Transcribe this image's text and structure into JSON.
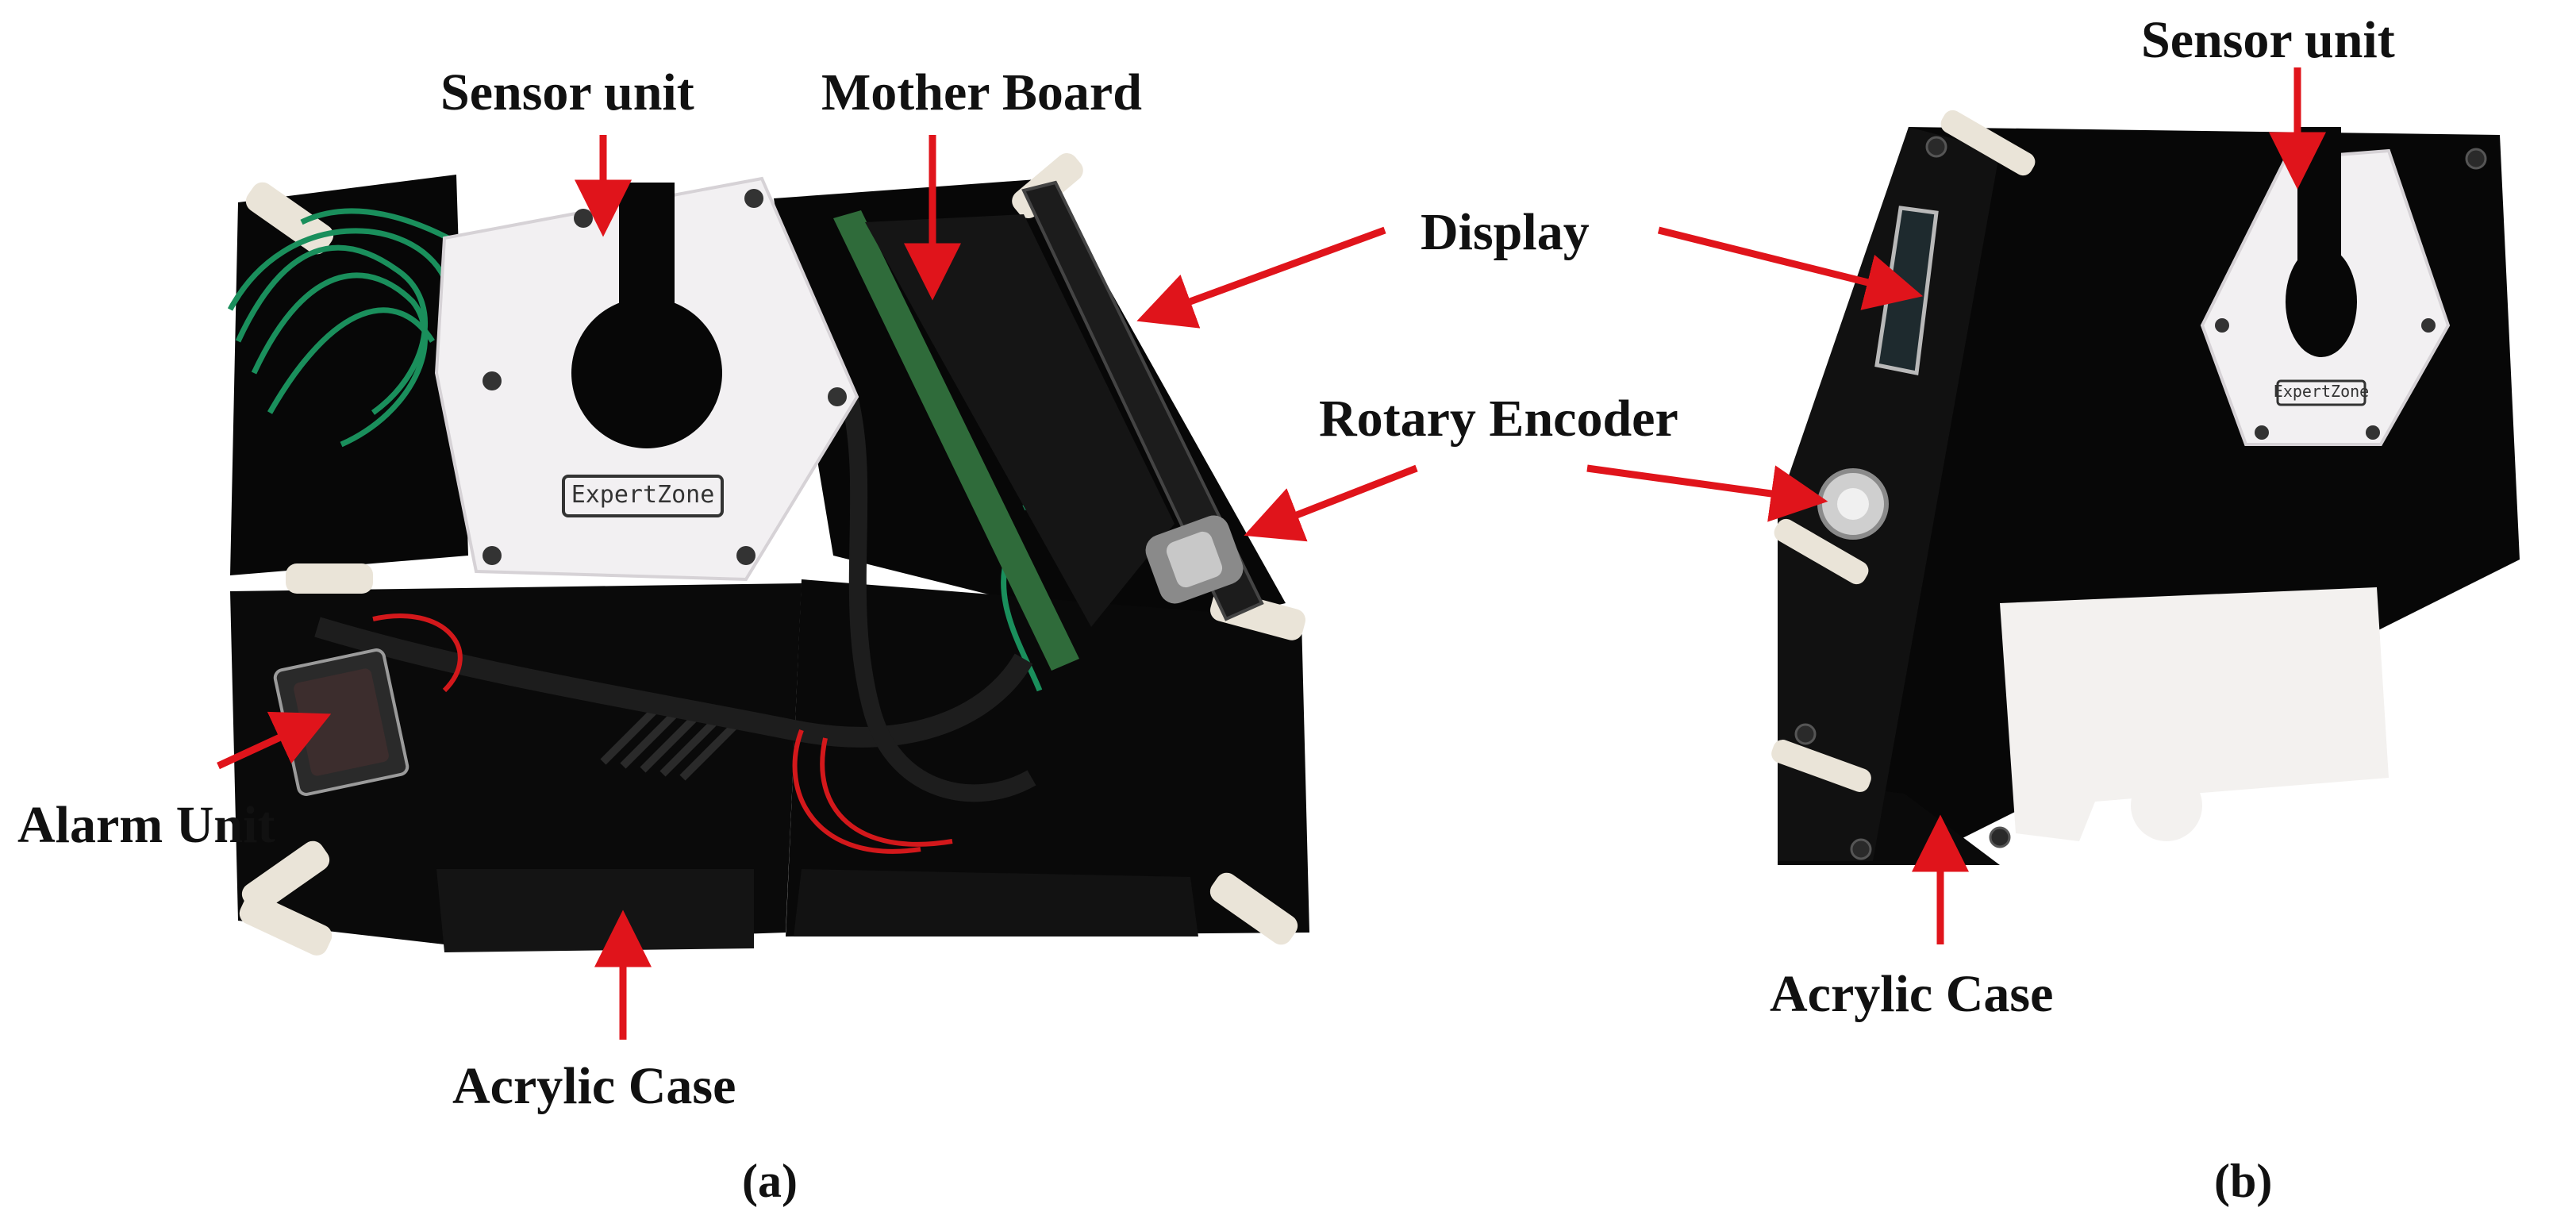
{
  "colors": {
    "arrow": "#e0141b",
    "case_black": "#070707",
    "panel_white": "#f2f0f2",
    "pcb_green": "#2f6b3a",
    "wire_green": "#1a8f5c",
    "wire_red": "#d3181b"
  },
  "icons": {
    "annotation_arrow": "arrow-icon"
  },
  "panel_a": {
    "caption": "(a)",
    "labels": {
      "sensor_unit": "Sensor unit",
      "mother_board": "Mother Board",
      "alarm_unit": "Alarm Unit",
      "acrylic_case": "Acrylic Case"
    },
    "logo_text": "ExpertZone"
  },
  "panel_b": {
    "caption": "(b)",
    "labels": {
      "sensor_unit": "Sensor unit",
      "acrylic_case": "Acrylic Case"
    },
    "logo_text": "ExpertZone"
  },
  "shared_labels": {
    "display": "Display",
    "rotary_encoder": "Rotary Encoder"
  }
}
